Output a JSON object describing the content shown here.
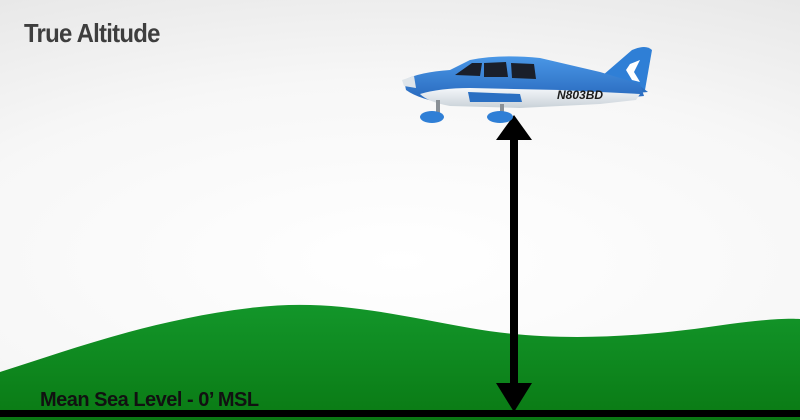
{
  "diagram": {
    "title": "True Altitude",
    "reference_line_label": "Mean Sea Level - 0’ MSL",
    "aircraft_registration": "N803BD"
  },
  "colors": {
    "terrain": "#0e8a17",
    "terrain_shade": "#0a6f12",
    "aircraft_body": "#2f7fd6",
    "aircraft_belly": "#e9eef2",
    "arrow": "#000000",
    "sea_level_line": "#000000",
    "title_text": "#3e3e3e"
  },
  "icons": [
    "airplane-icon",
    "double-headed-arrow-icon"
  ]
}
